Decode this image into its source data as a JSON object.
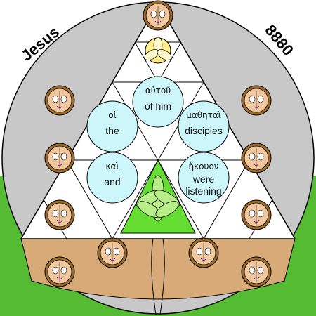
{
  "corner_left": "Jesus",
  "corner_right": "8880",
  "words": [
    {
      "greek": "αὐτοῦ",
      "english": [
        "of him"
      ]
    },
    {
      "greek": "οἱ",
      "english": [
        "the"
      ]
    },
    {
      "greek": "μαθηταὶ",
      "english": [
        "disciples"
      ]
    },
    {
      "greek": "καὶ",
      "english": [
        "and"
      ]
    },
    {
      "greek": "ἤκουον",
      "english": [
        "were",
        "listening"
      ]
    }
  ],
  "colors": {
    "background_gray": "#c8c8c8",
    "grass_green": "#55bb33",
    "triangle_white": "#ffffff",
    "word_circle": "#ccf6fa",
    "face_skin": "#f1c79e",
    "face_hair": "#9b6a2c",
    "flower_green": "#66dd33",
    "flower_yellow": "#ffee88",
    "ground_tan": "#d7aa77"
  }
}
